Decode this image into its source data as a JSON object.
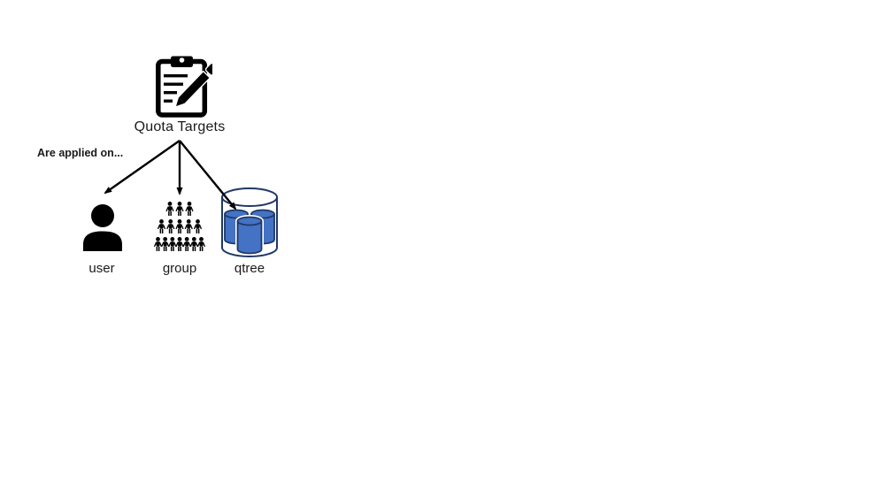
{
  "diagram": {
    "root": {
      "label": "Quota Targets",
      "icon": "clipboard-edit-icon"
    },
    "annotation": "Are applied on...",
    "relation": "root-points-to-each-target",
    "targets": [
      {
        "id": "user",
        "label": "user",
        "icon": "user-icon"
      },
      {
        "id": "group",
        "label": "group",
        "icon": "group-icon"
      },
      {
        "id": "qtree",
        "label": "qtree",
        "icon": "qtree-cylinder-icon"
      }
    ],
    "colors": {
      "icon_black": "#000000",
      "cylinder_blue": "#4472C4",
      "cylinder_stroke": "#1F3864",
      "outer_cylinder_stroke": "#203864",
      "arrow_color": "#000000",
      "text_color": "#1a1a1a",
      "background": "#FFFFFF"
    }
  }
}
